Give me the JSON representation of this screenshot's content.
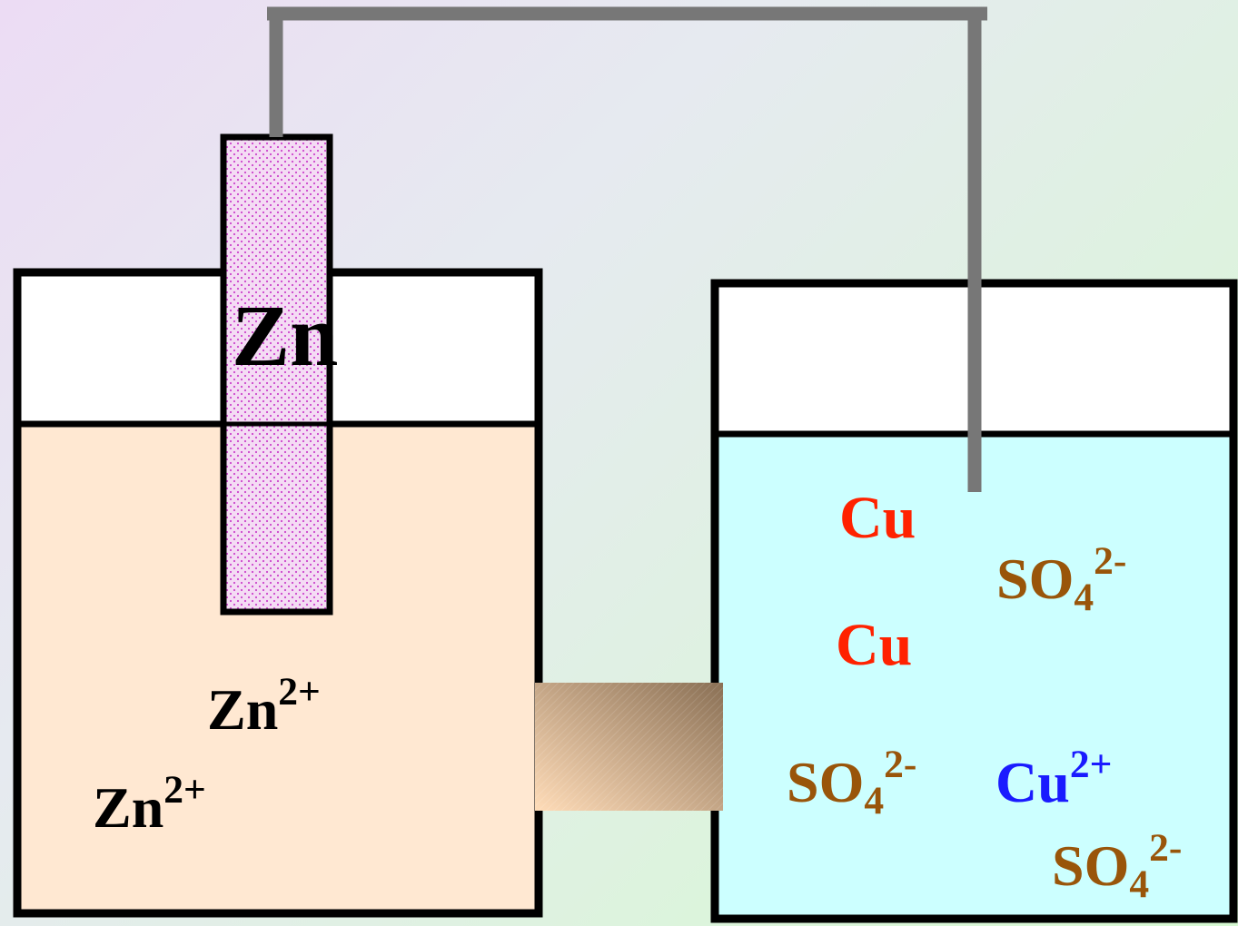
{
  "colors": {
    "zinc_solution": "#ffe8d2",
    "copper_solution": "#ccffff",
    "wire": "#777777",
    "zinc_electrode": "#f4dcf4",
    "zinc_dots": "#cc44cc",
    "salt_bridge_dark": "#8a7055",
    "salt_bridge_light": "#ffdcb8",
    "zn_text": "#000000",
    "cu_text": "#ff2200",
    "cu_ion_text": "#1a1aff",
    "sulfate_text": "#99550a"
  },
  "labels": {
    "zinc_electrode": "Zn",
    "zinc_ion_1": {
      "base": "Zn",
      "charge": "2+"
    },
    "zinc_ion_2": {
      "base": "Zn",
      "charge": "2+"
    },
    "copper_1": "Cu",
    "copper_2": "Cu",
    "copper_ion": {
      "base": "Cu",
      "charge": "2+"
    },
    "sulfate_1": {
      "base": "SO",
      "sub": "4",
      "charge": "2-"
    },
    "sulfate_2": {
      "base": "SO",
      "sub": "4",
      "charge": "2-"
    },
    "sulfate_3": {
      "base": "SO",
      "sub": "4",
      "charge": "2-"
    }
  }
}
